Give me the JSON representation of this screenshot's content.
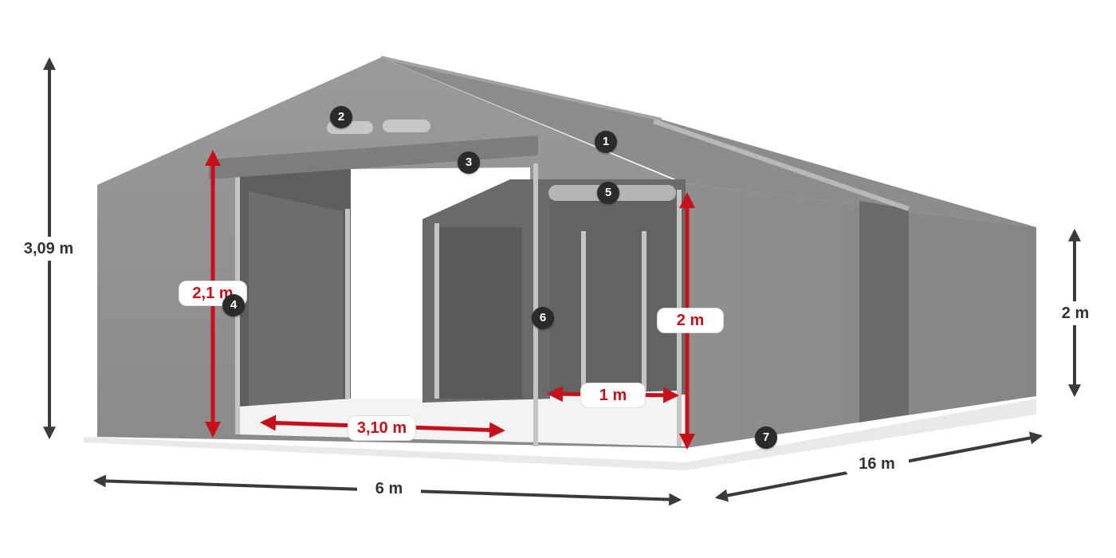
{
  "dimensions": {
    "total_height": "3,09 m",
    "door_height": "2,1 m",
    "door_width": "3,10 m",
    "side_door_height": "2 m",
    "side_door_width": "1 m",
    "side_wall_height": "2 m",
    "width": "6 m",
    "length": "16 m"
  },
  "callouts": [
    "1",
    "2",
    "3",
    "4",
    "5",
    "6",
    "7"
  ],
  "colors": {
    "tent_fabric": "#8e8e8e",
    "tent_dark": "#6f6f6f",
    "dimension_red": "#c8101a",
    "dimension_dark": "#3a3a3a",
    "badge": "#2b2b2b"
  }
}
